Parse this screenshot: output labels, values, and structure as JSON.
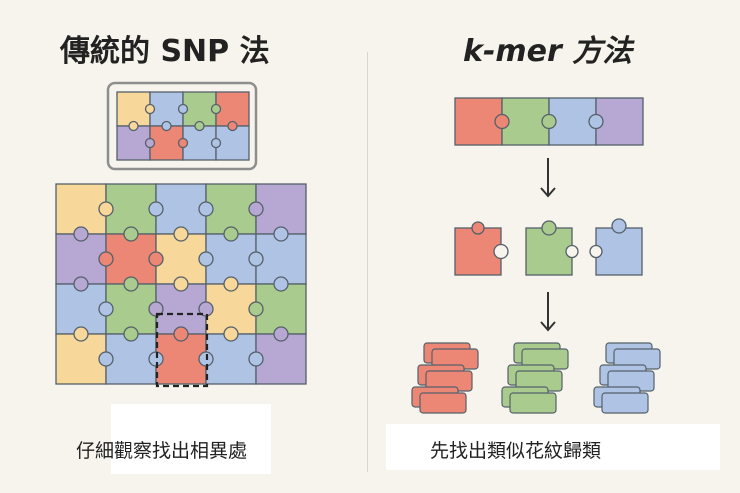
{
  "left_panel": {
    "title": "傳統的 SNP 法",
    "caption": "仔細觀察找出相異處"
  },
  "right_panel": {
    "title": "k-mer 方法",
    "caption": "先找出類似花紋歸類"
  },
  "colors": {
    "background": "#f6f4ec",
    "red": "#ec8775",
    "green": "#a9cc8e",
    "blue": "#afc4e4",
    "purple": "#b6a8d2",
    "yellow": "#f7d79a",
    "outline": "#55606a"
  },
  "arrows": [
    "↓",
    "↓"
  ]
}
